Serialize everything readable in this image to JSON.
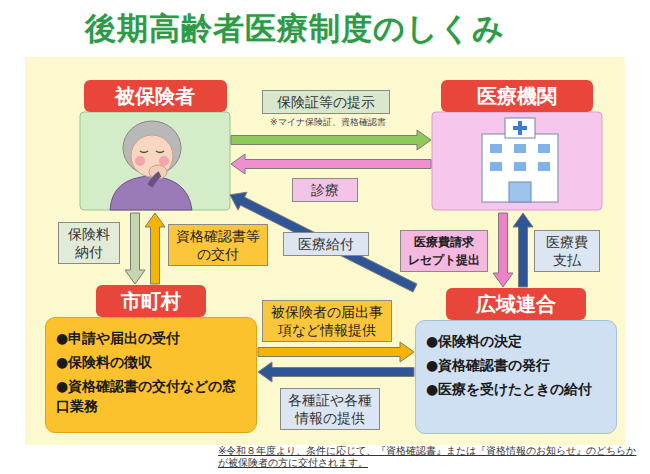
{
  "diagram": {
    "title": "後期高齢者医療制度のしくみ",
    "nodes": [
      {
        "text": [
          "被保険者"
        ]
      },
      {
        "text": [
          "医療機関"
        ]
      },
      {
        "text": [
          "市町村",
          "●申請や届出の受付",
          "●保険料の徴収",
          "●資格確認書の交付などの窓口業務"
        ]
      },
      {
        "text": [
          "広域連合",
          "●保険料の決定",
          "●資格確認書の発行",
          "●医療を受けたときの給付"
        ]
      }
    ],
    "edges": [
      {
        "from": 0,
        "to": 1,
        "arrow": "to",
        "label": "保険証等の提示"
      },
      {
        "from": 1,
        "to": 0,
        "arrow": "to",
        "label": "診療"
      },
      {
        "from": 0,
        "to": 2,
        "arrow": "to",
        "label": "保険料納付"
      },
      {
        "from": 2,
        "to": 0,
        "arrow": "to",
        "label": "資格確認書等の交付"
      },
      {
        "from": 3,
        "to": 0,
        "arrow": "to",
        "label": "医療給付"
      },
      {
        "from": 1,
        "to": 3,
        "arrow": "to",
        "label": "医療費請求 レセプト提出"
      },
      {
        "from": 3,
        "to": 1,
        "arrow": "to",
        "label": "医療費支払"
      },
      {
        "from": 2,
        "to": 3,
        "arrow": "to",
        "label": "被保険者の届出事項など情報提供"
      },
      {
        "from": 3,
        "to": 2,
        "arrow": "to",
        "label": "各種証や各種情報の提供"
      }
    ],
    "labels": [
      "※マイナ保険証、資格確認書",
      "※令和８年度より、条件に応じて、『資格確認書』または『資格情報のお知らせ』のどちらかが被保険者の方に交付されます。"
    ]
  }
}
